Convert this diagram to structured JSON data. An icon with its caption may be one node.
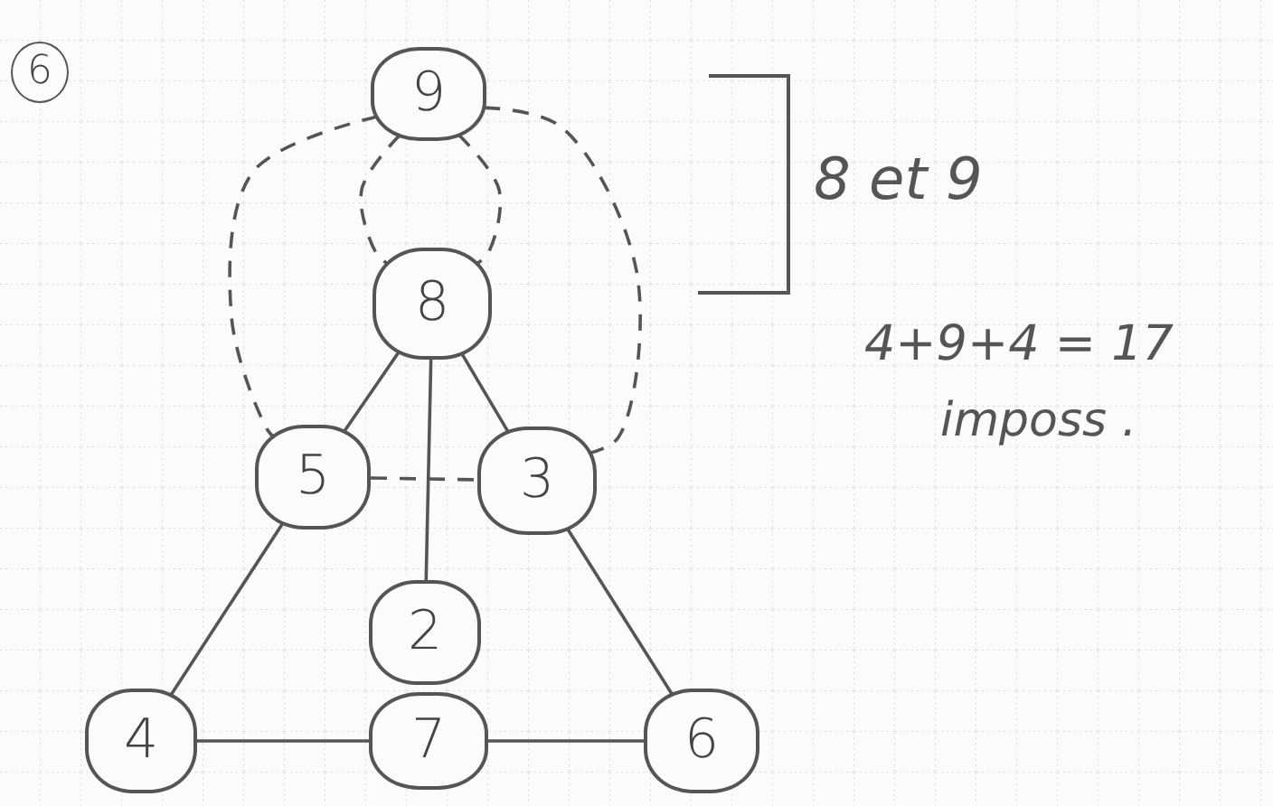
{
  "diagram": {
    "nodes": [
      {
        "text": [
          "6"
        ]
      },
      {
        "text": [
          "9"
        ]
      },
      {
        "text": [
          "8"
        ]
      },
      {
        "text": [
          "5"
        ]
      },
      {
        "text": [
          "3"
        ]
      },
      {
        "text": [
          "2"
        ]
      },
      {
        "text": [
          "4"
        ]
      },
      {
        "text": [
          "7"
        ]
      },
      {
        "text": [
          "6"
        ]
      }
    ],
    "edges": [
      {
        "from": 1,
        "to": 3,
        "arrow": "none",
        "style": "dashed"
      },
      {
        "from": 1,
        "to": 4,
        "arrow": "none",
        "style": "dashed"
      },
      {
        "from": 1,
        "to": 2,
        "arrow": "none",
        "style": "dashed"
      },
      {
        "from": 1,
        "to": 2,
        "arrow": "none",
        "style": "dashed"
      },
      {
        "from": 2,
        "to": 3,
        "arrow": "none"
      },
      {
        "from": 2,
        "to": 4,
        "arrow": "none"
      },
      {
        "from": 2,
        "to": 5,
        "arrow": "none"
      },
      {
        "from": 3,
        "to": 4,
        "arrow": "none",
        "style": "dashed"
      },
      {
        "from": 3,
        "to": 6,
        "arrow": "none"
      },
      {
        "from": 4,
        "to": 8,
        "arrow": "none"
      },
      {
        "from": 6,
        "to": 7,
        "arrow": "none"
      },
      {
        "from": 7,
        "to": 8,
        "arrow": "none"
      }
    ],
    "labels": [
      "8 et 9",
      "4+9+4 = 17",
      "imposs ."
    ]
  }
}
